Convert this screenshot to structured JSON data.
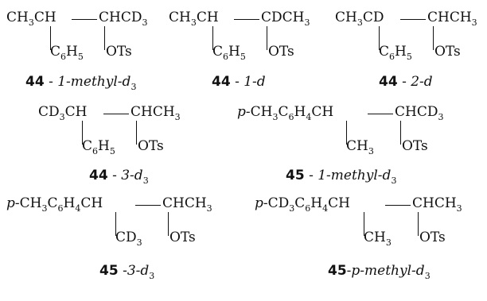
{
  "compounds": [
    {
      "left": [
        [
          "CH",
          "3"
        ],
        [
          "CH",
          ""
        ]
      ],
      "right": [
        [
          "CHCD",
          "3"
        ]
      ],
      "left_sub": [
        [
          "C",
          "6"
        ],
        [
          "H",
          "5"
        ]
      ],
      "right_sub": [
        [
          "OTs",
          ""
        ]
      ],
      "label": {
        "num": "44",
        "sep": " - ",
        "suffix": "1-methyl-d",
        "sub": "3"
      }
    },
    {
      "left": [
        [
          "CH",
          "3"
        ],
        [
          "CH",
          ""
        ]
      ],
      "right": [
        [
          "CDCH",
          "3"
        ]
      ],
      "left_sub": [
        [
          "C",
          "6"
        ],
        [
          "H",
          "5"
        ]
      ],
      "right_sub": [
        [
          "OTs",
          ""
        ]
      ],
      "label": {
        "num": "44",
        "sep": " - ",
        "suffix": "1-d",
        "sub": ""
      }
    },
    {
      "left": [
        [
          "CH",
          "3"
        ],
        [
          "CD",
          ""
        ]
      ],
      "right": [
        [
          "CHCH",
          "3"
        ]
      ],
      "left_sub": [
        [
          "C",
          "6"
        ],
        [
          "H",
          "5"
        ]
      ],
      "right_sub": [
        [
          "OTs",
          ""
        ]
      ],
      "label": {
        "num": "44",
        "sep": " - ",
        "suffix": "2-d",
        "sub": ""
      }
    },
    {
      "left": [
        [
          "CD",
          "3"
        ],
        [
          "CH",
          ""
        ]
      ],
      "right": [
        [
          "CHCH",
          "3"
        ]
      ],
      "left_sub": [
        [
          "C",
          "6"
        ],
        [
          "H",
          "5"
        ]
      ],
      "right_sub": [
        [
          "OTs",
          ""
        ]
      ],
      "label": {
        "num": "44",
        "sep": " - ",
        "suffix": "3-d",
        "sub": "3"
      }
    },
    {
      "left": [
        [
          "p-",
          ""
        ],
        [
          "CH",
          "3"
        ],
        [
          "C",
          "6"
        ],
        [
          "H",
          "4"
        ],
        [
          "CH",
          ""
        ]
      ],
      "right": [
        [
          "CHCD",
          "3"
        ]
      ],
      "left_sub": [
        [
          "CH",
          "3"
        ]
      ],
      "right_sub": [
        [
          "OTs",
          ""
        ]
      ],
      "label": {
        "num": "45",
        "sep": " - ",
        "suffix": "1-methyl-d",
        "sub": "3"
      }
    },
    {
      "left": [
        [
          "p-",
          ""
        ],
        [
          "CH",
          "3"
        ],
        [
          "C",
          "6"
        ],
        [
          "H",
          "4"
        ],
        [
          "CH",
          ""
        ]
      ],
      "right": [
        [
          "CHCH",
          "3"
        ]
      ],
      "left_sub": [
        [
          "CD",
          "3"
        ]
      ],
      "right_sub": [
        [
          "OTs",
          ""
        ]
      ],
      "label": {
        "num": "45",
        "sep": " -",
        "suffix": "3-d",
        "sub": "3"
      }
    },
    {
      "left": [
        [
          "p-",
          ""
        ],
        [
          "CD",
          "3"
        ],
        [
          "C",
          "6"
        ],
        [
          "H",
          "4"
        ],
        [
          "CH",
          ""
        ]
      ],
      "right": [
        [
          "CHCH",
          "3"
        ]
      ],
      "left_sub": [
        [
          "CH",
          "3"
        ]
      ],
      "right_sub": [
        [
          "OTs",
          ""
        ]
      ],
      "label": {
        "num": "45",
        "sep": "-",
        "suffix": "p-methyl-d",
        "sub": "3"
      }
    }
  ]
}
